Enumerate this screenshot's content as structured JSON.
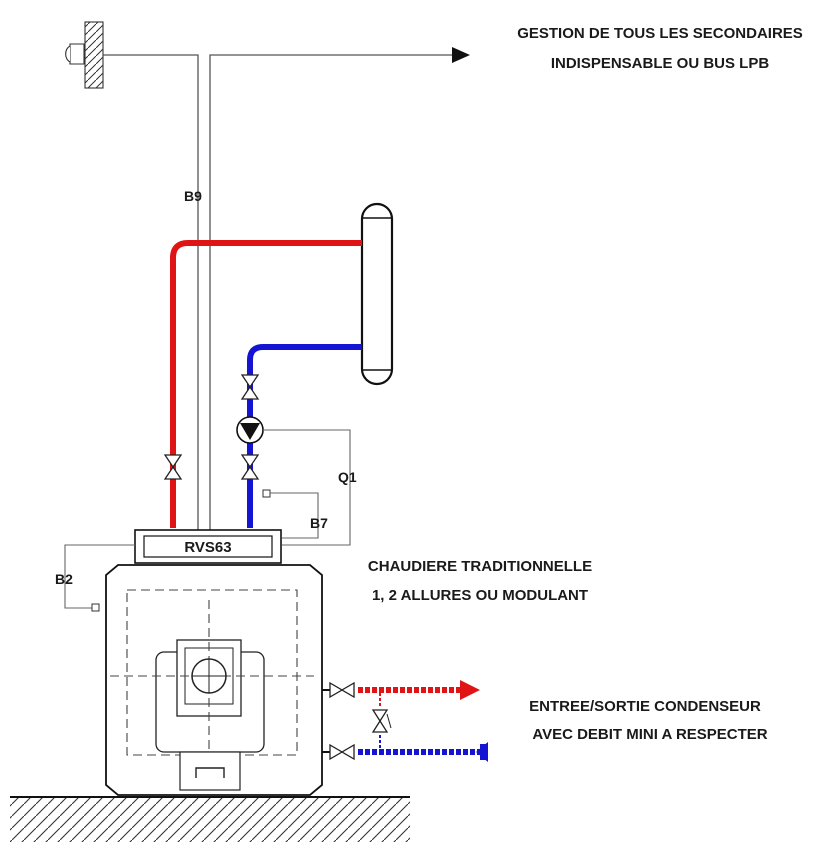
{
  "colors": {
    "hot": "#e01414",
    "cold": "#1414d2"
  },
  "labels": {
    "header_line1": "GESTION DE TOUS LES SECONDAIRES",
    "header_line2": "INDISPENSABLE OU BUS LPB",
    "b9": "B9",
    "q1": "Q1",
    "b7": "B7",
    "b2": "B2",
    "controller": "RVS63",
    "boiler_line1": "CHAUDIERE TRADITIONNELLE",
    "boiler_line2": "1, 2 ALLURES OU MODULANT",
    "condenser_line1": "ENTREE/SORTIE CONDENSEUR",
    "condenser_line2": "AVEC DEBIT MINI A RESPECTER"
  },
  "icons": {
    "outdoor_sensor": "outdoor-sensor-icon",
    "bus_arrow": "arrow-right-icon",
    "radiator": "radiator-icon",
    "pump": "pump-icon",
    "valve": "valve-icon",
    "burner": "burner-icon",
    "ground": "ground-hatch"
  }
}
